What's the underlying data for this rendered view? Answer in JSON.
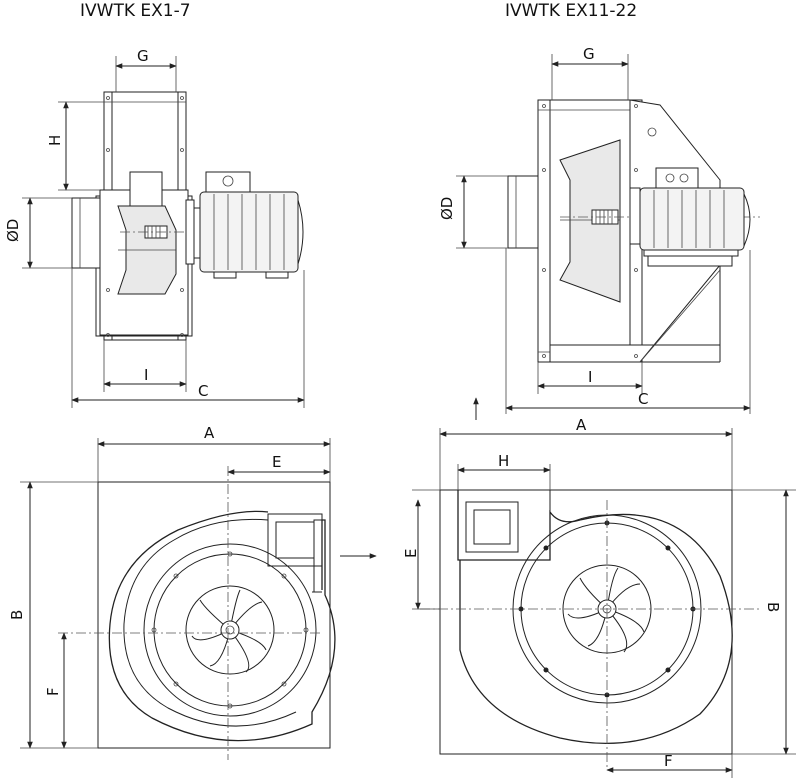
{
  "titles": {
    "left_model": "IVWTK EX1-7",
    "right_model": "IVWTK EX11-22"
  },
  "dimension_labels": {
    "A": "A",
    "B": "B",
    "C": "C",
    "D": "ØD",
    "E": "E",
    "F": "F",
    "G": "G",
    "H": "H",
    "I": "I"
  }
}
